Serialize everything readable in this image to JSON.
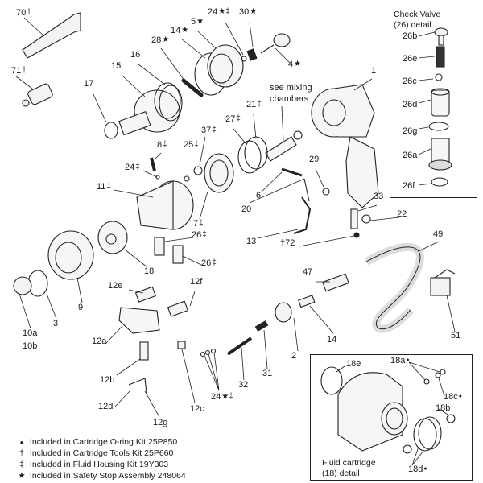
{
  "callouts": [
    {
      "num": "70",
      "sym": "†"
    },
    {
      "num": "71",
      "sym": "†"
    },
    {
      "num": "15",
      "sym": ""
    },
    {
      "num": "16",
      "sym": ""
    },
    {
      "num": "17",
      "sym": ""
    },
    {
      "num": "28",
      "sym": "★"
    },
    {
      "num": "14",
      "sym": "★"
    },
    {
      "num": "5",
      "sym": "★"
    },
    {
      "num": "24",
      "sym": "★‡"
    },
    {
      "num": "30",
      "sym": "★"
    },
    {
      "num": "4",
      "sym": "★"
    },
    {
      "num": "1",
      "sym": ""
    },
    {
      "num": "21",
      "sym": "‡"
    },
    {
      "num": "27",
      "sym": "‡"
    },
    {
      "num": "37",
      "sym": "‡"
    },
    {
      "num": "8",
      "sym": "‡"
    },
    {
      "num": "25",
      "sym": "‡"
    },
    {
      "num": "24",
      "sym": "‡"
    },
    {
      "num": "11",
      "sym": "‡"
    },
    {
      "num": "29",
      "sym": ""
    },
    {
      "num": "6",
      "sym": ""
    },
    {
      "num": "20",
      "sym": ""
    },
    {
      "num": "7",
      "sym": "‡"
    },
    {
      "num": "13",
      "sym": ""
    },
    {
      "num": "33",
      "sym": ""
    },
    {
      "num": "22",
      "sym": ""
    },
    {
      "num": "†72",
      "sym": ""
    },
    {
      "num": "49",
      "sym": ""
    },
    {
      "num": "26",
      "sym": "‡"
    },
    {
      "num": "26",
      "sym": "‡"
    },
    {
      "num": "18",
      "sym": ""
    },
    {
      "num": "47",
      "sym": ""
    },
    {
      "num": "9",
      "sym": ""
    },
    {
      "num": "3",
      "sym": ""
    },
    {
      "num": "10a",
      "sym": ""
    },
    {
      "num": "10b",
      "sym": ""
    },
    {
      "num": "12e",
      "sym": ""
    },
    {
      "num": "12f",
      "sym": ""
    },
    {
      "num": "12a",
      "sym": ""
    },
    {
      "num": "14",
      "sym": ""
    },
    {
      "num": "51",
      "sym": ""
    },
    {
      "num": "2",
      "sym": ""
    },
    {
      "num": "12b",
      "sym": ""
    },
    {
      "num": "31",
      "sym": ""
    },
    {
      "num": "32",
      "sym": ""
    },
    {
      "num": "12d",
      "sym": ""
    },
    {
      "num": "24",
      "sym": "★‡"
    },
    {
      "num": "12c",
      "sym": ""
    },
    {
      "num": "12g",
      "sym": ""
    }
  ],
  "mixing_note": {
    "line1": "see mixing",
    "line2": "chambers"
  },
  "check_valve_detail": {
    "title1": "Check Valve",
    "title2": "(26) detail",
    "labels": [
      "26b",
      "26e",
      "26c",
      "26d",
      "26g",
      "26a",
      "26f"
    ]
  },
  "fluid_cartridge_detail": {
    "title1": "Fluid cartridge",
    "title2": "(18) detail",
    "labels": [
      {
        "num": "18e",
        "sym": ""
      },
      {
        "num": "18a",
        "sym": "●"
      },
      {
        "num": "18c",
        "sym": "●"
      },
      {
        "num": "18b",
        "sym": ""
      },
      {
        "num": "18d",
        "sym": "●"
      }
    ]
  },
  "legend": [
    {
      "mark": "●",
      "text": "Included in Cartridge O-ring Kit 25P850"
    },
    {
      "mark": "†",
      "text": "Included in Cartridge Tools Kit 25P660"
    },
    {
      "mark": "‡",
      "text": "Included in Fluid Housing Kit 19Y303"
    },
    {
      "mark": "★",
      "text": "Included in Safety Stop Assembly 248064"
    }
  ]
}
